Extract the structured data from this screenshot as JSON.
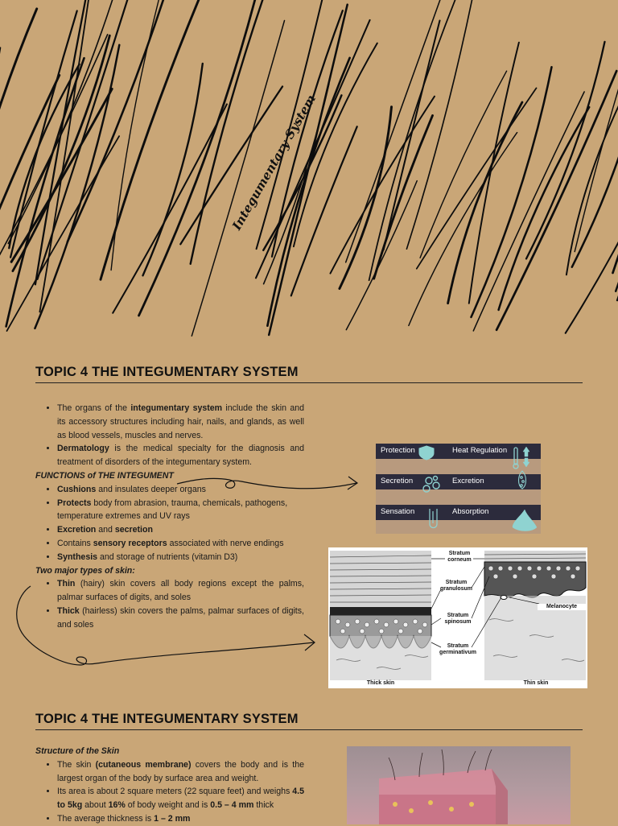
{
  "cover": {
    "title": "Integumentary System"
  },
  "section1": {
    "topic": "TOPIC 4 THE INTEGUMENTARY SYSTEM",
    "intro": [
      {
        "pre": "The organs of the ",
        "bold": "integumentary system",
        "post": " include the skin and its accessory structures including hair, nails, and glands, as well as blood vessels, muscles and nerves."
      },
      {
        "pre": "",
        "bold": "Dermatology",
        "post": " is the medical specialty for the diagnosis and treatment of disorders of the integumentary system."
      }
    ],
    "functions_heading": "FUNCTIONS of THE INTEGUMENT",
    "functions": [
      {
        "bold": "Cushions",
        "post": " and insulates deeper organs"
      },
      {
        "bold": "Protects",
        "post": " body from abrasion, trauma, chemicals, pathogens, temperature extremes and UV rays"
      },
      {
        "bold": "Excretion",
        "mid": " and ",
        "bold2": "secretion",
        "post": ""
      },
      {
        "pre": "Contains ",
        "bold": "sensory receptors",
        "post": " associated with nerve endings"
      },
      {
        "bold": "Synthesis",
        "post": " and storage of nutrients (vitamin D3)"
      }
    ],
    "types_heading": "Two major types of skin:",
    "types": [
      {
        "bold": "Thin",
        "post": " (hairy) skin covers all body regions except the palms, palmar surfaces of digits, and soles"
      },
      {
        "bold": "Thick",
        "post": " (hairless) skin covers the palms, palmar surfaces of digits, and soles"
      }
    ],
    "function_table": {
      "protection": "Protection",
      "heat_regulation": "Heat Regulation",
      "secretion": "Secretion",
      "excretion": "Excretion",
      "sensation": "Sensation",
      "absorption": "Absorption",
      "icon_color": "#8fd3d1"
    },
    "diagram": {
      "labels": {
        "corneum": "Stratum\ncorneum",
        "granulosum": "Stratum\ngranulosum",
        "spinosum": "Stratum\nspinosum",
        "germinativum": "Stratum\ngerminativum",
        "melanocyte": "Melanocyte",
        "thick": "Thick skin",
        "thin": "Thin skin"
      }
    }
  },
  "section2": {
    "topic": "TOPIC 4 THE INTEGUMENTARY SYSTEM",
    "structure_heading": "Structure of the Skin",
    "items": [
      {
        "pre": " The skin ",
        "bold": "(cutaneous membrane)",
        "post": " covers the body and is the largest organ of the body by surface area and weight."
      },
      {
        "pre": "Its area is about 2 square meters (22 square feet) and weighs ",
        "bold": "4.5 to 5kg",
        "mid": "  about ",
        "bold2": "16%",
        "mid2": " of body weight and is ",
        "bold3": "0.5 – 4 mm",
        "post": " thick"
      },
      {
        "pre": " The average thickness is ",
        "bold": "1 – 2 mm",
        "post": ""
      }
    ]
  }
}
